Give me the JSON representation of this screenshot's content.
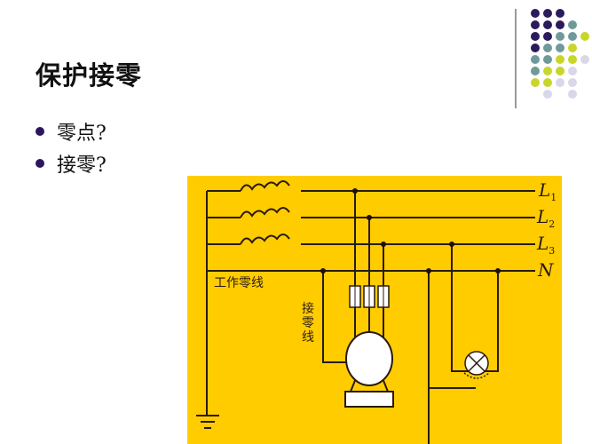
{
  "slide": {
    "title": "保护接零",
    "bullets": [
      {
        "label": "零点?"
      },
      {
        "label": "接零?"
      }
    ]
  },
  "decoration": {
    "dot_colors": {
      "purple": "#2b1a5c",
      "teal": "#6f9a9a",
      "lime": "#c8d62a",
      "lavender": "#d8d8e8"
    }
  },
  "diagram": {
    "background_color": "#ffcc00",
    "line_labels": [
      "L1",
      "L2",
      "L3",
      "N"
    ],
    "line_label_parts": [
      {
        "letter": "L",
        "sub": "1"
      },
      {
        "letter": "L",
        "sub": "2"
      },
      {
        "letter": "L",
        "sub": "3"
      },
      {
        "letter": "N",
        "sub": ""
      }
    ],
    "working_neutral_label": "工作零线",
    "protective_neutral_label": "接零线"
  }
}
